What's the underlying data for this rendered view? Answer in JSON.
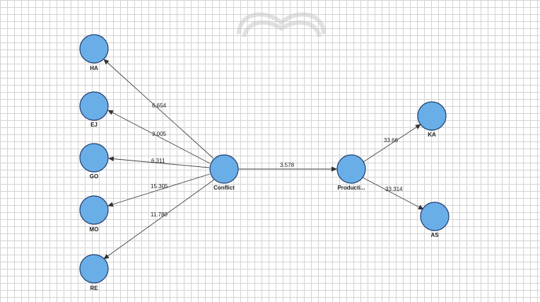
{
  "diagram": {
    "nodes": {
      "ha": "HA",
      "ej": "EJ",
      "go": "GO",
      "mo": "MO",
      "re": "RE",
      "conflict": "Conflict",
      "production": "Producti...",
      "ka": "KA",
      "as": "AS"
    },
    "edges": {
      "conflict_ha": "6.654",
      "conflict_ej": "3.005",
      "conflict_go": "6.311",
      "conflict_mo": "15.305",
      "conflict_re": "11.780",
      "conflict_production": "3.578",
      "production_ka": "33.66",
      "production_as": "33.314"
    }
  },
  "colors": {
    "node_fill": "#6aaee8",
    "node_stroke": "#1f3d6b",
    "grid": "#d3d3d3"
  }
}
